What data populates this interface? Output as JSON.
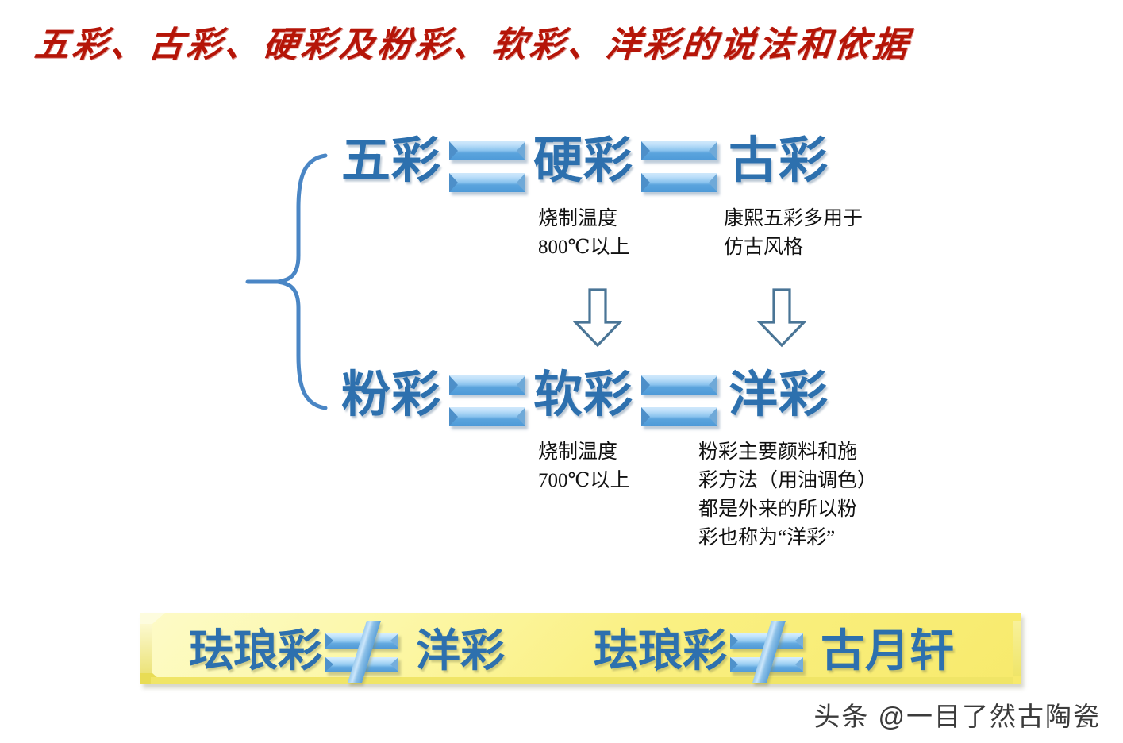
{
  "slide": {
    "title": "五彩、古彩、硬彩及粉彩、软彩、洋彩的说法和依据",
    "title_color": "#b51508",
    "background_color": "#ffffff"
  },
  "diagram": {
    "accent_blue": "#2d70ae",
    "brace_color": "#4a86c5",
    "arrow_color": "#4a7596",
    "top_row": {
      "terms": [
        "五彩",
        "硬彩",
        "古彩"
      ],
      "operators": [
        "=",
        "="
      ]
    },
    "bottom_row": {
      "terms": [
        "粉彩",
        "软彩",
        "洋彩"
      ],
      "operators": [
        "=",
        "="
      ]
    },
    "notes": [
      {
        "id": "note-firing-temp-high",
        "text": "烧制温度\n800℃以上"
      },
      {
        "id": "note-kangxi-style",
        "text": "康熙五彩多用于\n仿古风格"
      },
      {
        "id": "note-firing-temp-low",
        "text": "烧制温度\n700℃以上"
      },
      {
        "id": "note-fencai-origin",
        "text": "粉彩主要颜料和施\n彩方法（用油调色）\n都是外来的所以粉\n彩也称为“洋彩”"
      }
    ],
    "arrows": [
      {
        "id": "arrow-down-left",
        "direction": "down"
      },
      {
        "id": "arrow-down-right",
        "direction": "down"
      }
    ],
    "brace": {
      "id": "left-curly-brace",
      "orientation": "left"
    }
  },
  "banner": {
    "background_color": "#faf083",
    "text_color": "#2d70ae",
    "statements": [
      {
        "left": "珐琅彩",
        "operator": "≠",
        "right": "洋彩"
      },
      {
        "left": "珐琅彩",
        "operator": "≠",
        "right": "古月轩"
      }
    ]
  },
  "watermark": {
    "text": "头条 @一目了然古陶瓷"
  }
}
